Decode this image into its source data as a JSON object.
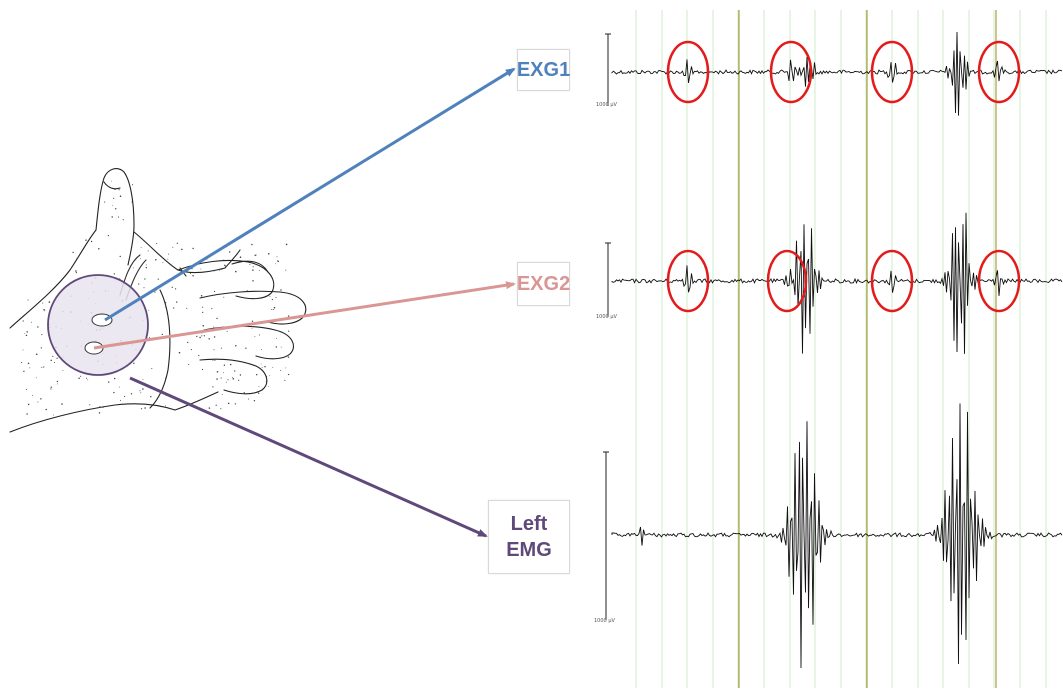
{
  "labels": {
    "exg1": "EXG1",
    "exg2": "EXG2",
    "emg_line1": "Left",
    "emg_line2": "EMG"
  },
  "scale_label": "1000 µV",
  "colors": {
    "exg1": "#4f81bd",
    "exg2": "#d99694",
    "emg": "#5f497a",
    "circle_marker": "#e21c1c",
    "electrode_region": "#e9e4ef",
    "grid_minor": "#bfe8b6",
    "grid_major": "#a08a1e",
    "signal": "#111111"
  },
  "icons": {
    "hand": "hand-with-electrodes-illustration"
  }
}
